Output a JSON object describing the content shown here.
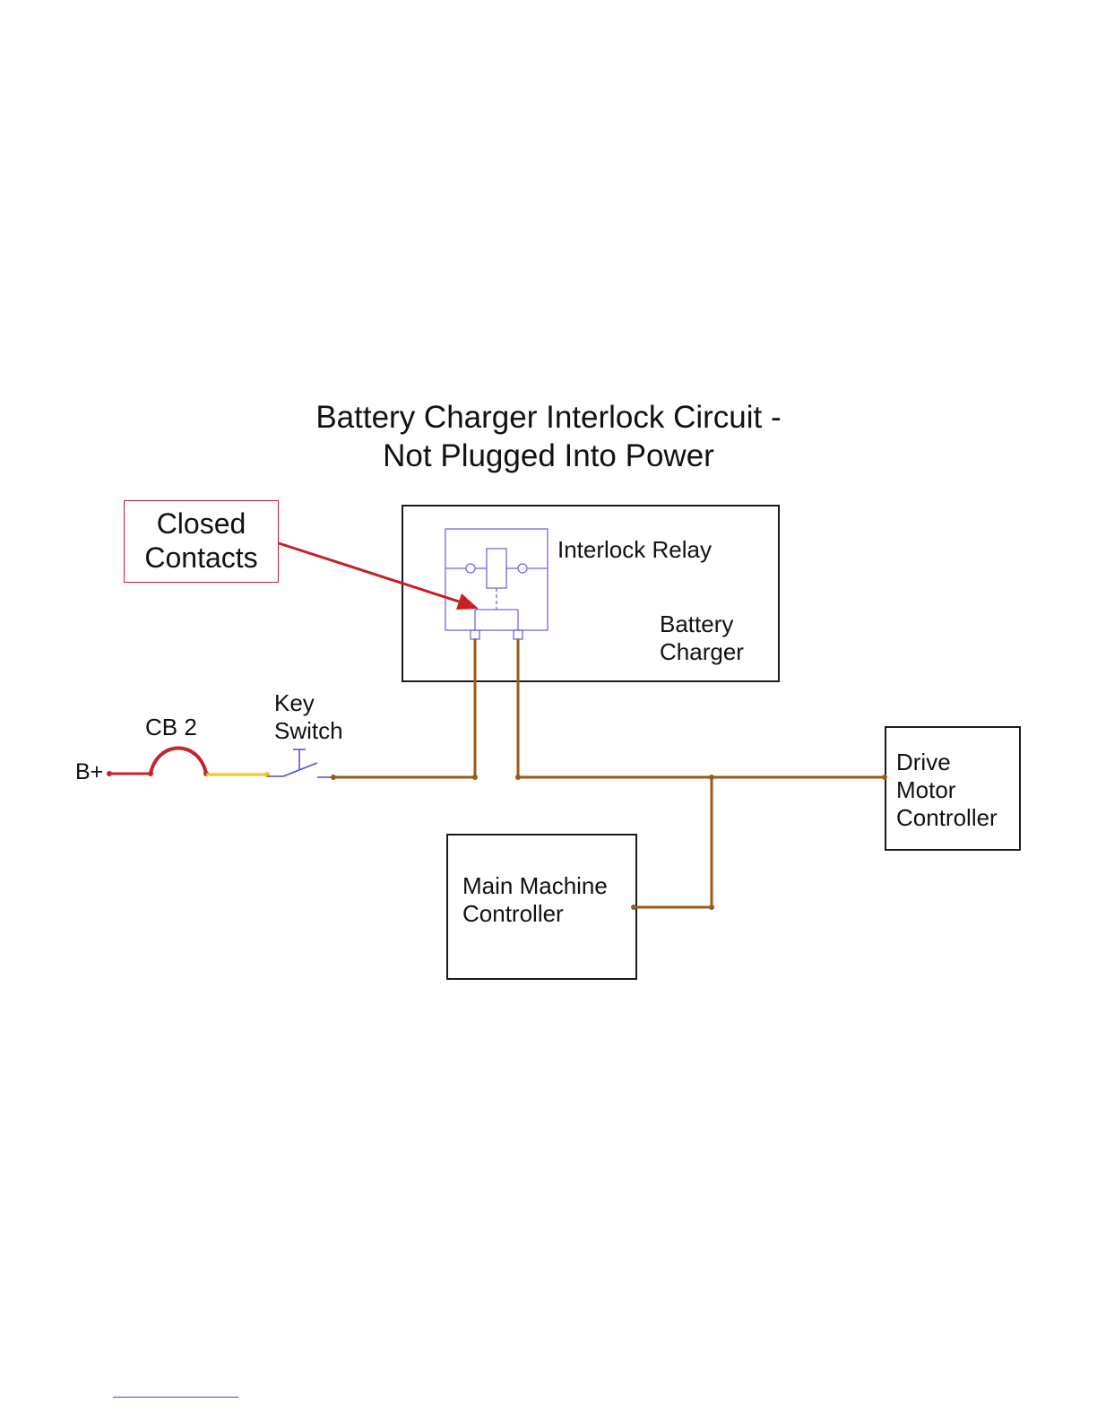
{
  "title": {
    "line1": "Battery Charger Interlock Circuit -",
    "line2": "Not Plugged Into Power"
  },
  "callout": {
    "line1": "Closed",
    "line2": "Contacts"
  },
  "labels": {
    "interlock_relay": "Interlock Relay",
    "battery_charger_1": "Battery",
    "battery_charger_2": "Charger",
    "key_switch_1": "Key",
    "key_switch_2": "Switch",
    "cb2": "CB 2",
    "bplus": "B+",
    "drive_1": "Drive",
    "drive_2": "Motor",
    "drive_3": "Controller",
    "main_1": "Main Machine",
    "main_2": "Controller"
  },
  "colors": {
    "battery_wire": "#c0272d",
    "fused_wire": "#f2c21b",
    "switched_wire": "#9b5a17",
    "relay_symbol": "#6a6ae8",
    "callout_border": "#c42026",
    "callout_arrow": "#c42026",
    "box_border": "#1a1a1a"
  }
}
